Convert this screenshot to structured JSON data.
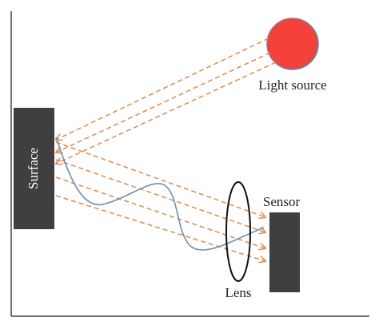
{
  "labels": {
    "light_source": "Light source",
    "surface": "Surface",
    "sensor": "Sensor",
    "lens": "Lens"
  },
  "colors": {
    "light_fill": "#f4413a",
    "light_stroke": "#7a7f9a",
    "block_fill": "#3f3f3f",
    "ray": "#e0884a",
    "wave": "#6e8fab",
    "axis": "#444444",
    "lens": "#111111"
  },
  "rays": {
    "incident_count": 3,
    "reflected_count": 4
  }
}
